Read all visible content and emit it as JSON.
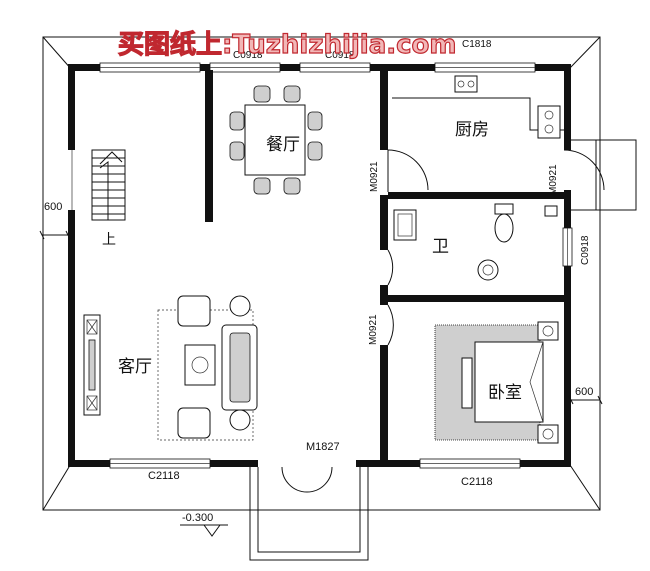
{
  "watermark": "买图纸上:Tuzhizhijia.com",
  "rooms": {
    "dining": "餐厅",
    "kitchen": "厨房",
    "bathroom": "卫",
    "living": "客厅",
    "bedroom": "卧室"
  },
  "stair_label": "上",
  "codes": {
    "c0918_top_left": "C0918",
    "c0918_top_right": "C0918",
    "c1818": "C1818",
    "m0921_dining": "M0921",
    "m0921_kitchen": "M0921",
    "c0918_bath": "C0918",
    "m0921_bedroom": "M0921",
    "c2118_left": "C2118",
    "c2118_right": "C2118",
    "m1827": "M1827"
  },
  "dims": {
    "left": "600",
    "right": "600"
  },
  "level": "-0.300"
}
